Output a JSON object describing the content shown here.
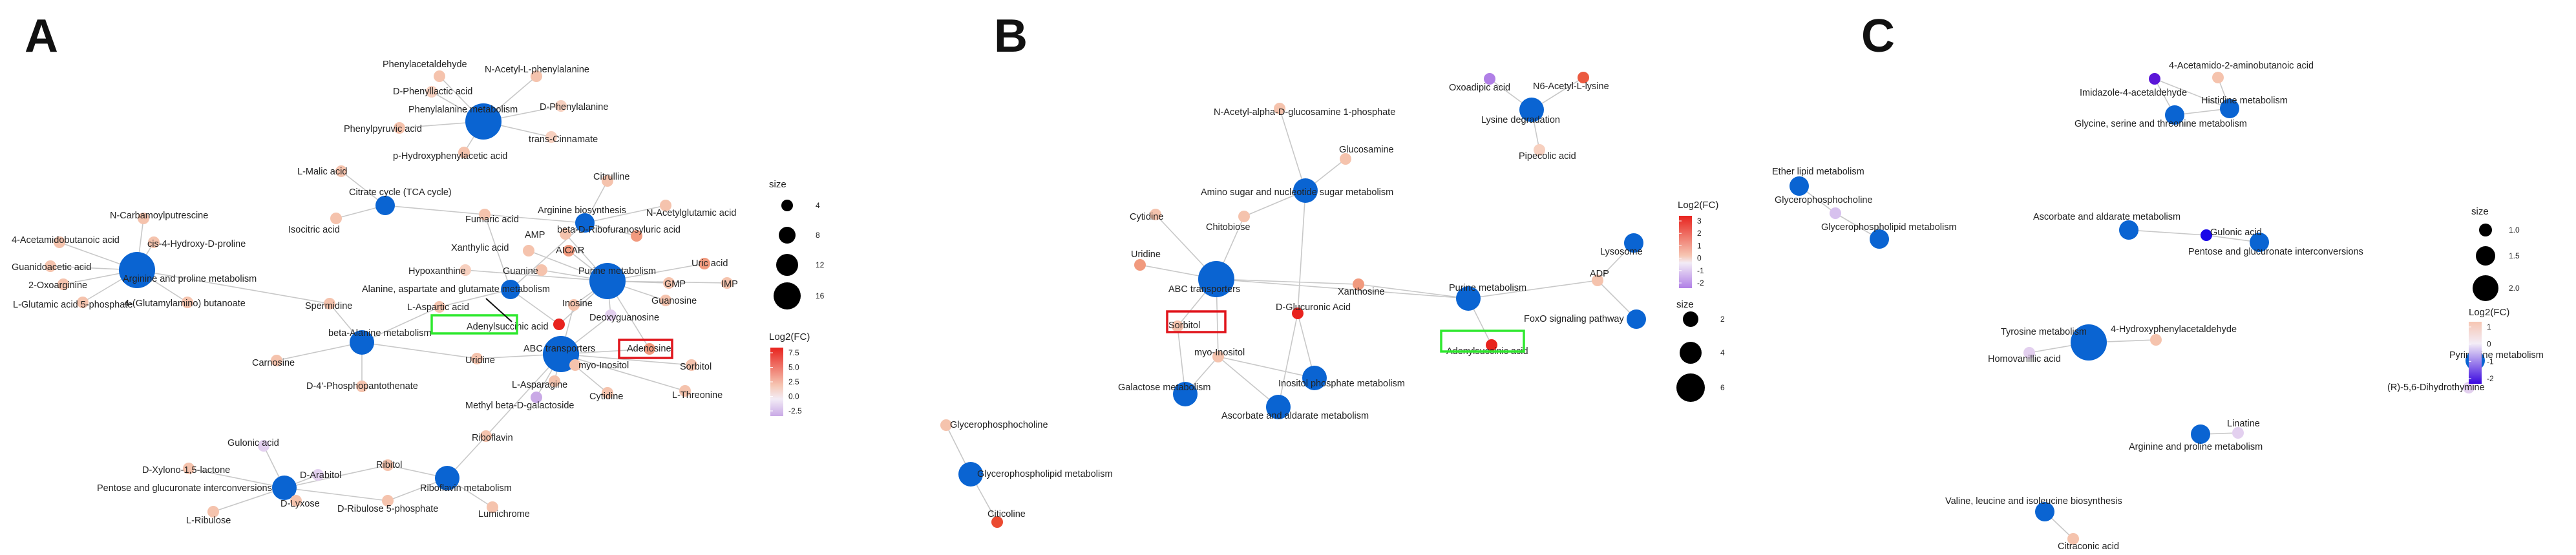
{
  "panels": [
    {
      "letter": "A",
      "nodes": [
        {
          "id": "phenylacetaldehyde",
          "label": "Phenylacetaldehyde",
          "type": "compound",
          "color": "#f5c3ad"
        },
        {
          "id": "nacetylphe",
          "label": "N-Acetyl-L-phenylalanine",
          "type": "compound",
          "color": "#f5c3ad"
        },
        {
          "id": "dphenyllactic",
          "label": "D-Phenyllactic acid",
          "type": "compound",
          "color": "#f7d0bf"
        },
        {
          "id": "phemeta",
          "label": "Phenylalanine metabolism",
          "type": "pathway",
          "size": "large"
        },
        {
          "id": "dphe",
          "label": "D-Phenylalanine",
          "type": "compound",
          "color": "#f7d0bf"
        },
        {
          "id": "phenylpyruvic",
          "label": "Phenylpyruvic acid",
          "type": "compound",
          "color": "#f5c3ad"
        },
        {
          "id": "transcinn",
          "label": "trans-Cinnamate",
          "type": "compound",
          "color": "#f7d0bf"
        },
        {
          "id": "phydroxy",
          "label": "p-Hydroxyphenylacetic acid",
          "type": "compound",
          "color": "#f5c3ad"
        },
        {
          "id": "lmalic",
          "label": "L-Malic acid",
          "type": "compound",
          "color": "#f5c3ad"
        },
        {
          "id": "tca",
          "label": "Citrate cycle (TCA cycle)",
          "type": "pathway",
          "size": "small"
        },
        {
          "id": "isocitric",
          "label": "Isocitric acid",
          "type": "compound",
          "color": "#f5c3ad"
        },
        {
          "id": "fumaric",
          "label": "Fumaric acid",
          "type": "compound",
          "color": "#f5c3ad"
        },
        {
          "id": "citrulline",
          "label": "Citrulline",
          "type": "compound",
          "color": "#f5c3ad"
        },
        {
          "id": "argbio",
          "label": "Arginine biosynthesis",
          "type": "pathway",
          "size": "small"
        },
        {
          "id": "nacetylglu",
          "label": "N-Acetylglutamic acid",
          "type": "compound",
          "color": "#f5c3ad"
        },
        {
          "id": "amp",
          "label": "AMP",
          "type": "compound",
          "color": "#f5c3ad"
        },
        {
          "id": "betaribo",
          "label": "beta-D-Ribofuranosyluric acid",
          "type": "compound",
          "color": "#f19a7e"
        },
        {
          "id": "ncarb",
          "label": "N-Carbamoylputrescine",
          "type": "compound",
          "color": "#f5c3ad"
        },
        {
          "id": "acetamido",
          "label": "4-Acetamidobutanoic acid",
          "type": "compound",
          "color": "#f5c3ad"
        },
        {
          "id": "cishyp",
          "label": "cis-4-Hydroxy-D-proline",
          "type": "compound",
          "color": "#f5c3ad"
        },
        {
          "id": "guanidino",
          "label": "Guanidoacetic acid",
          "type": "compound",
          "color": "#f5c3ad"
        },
        {
          "id": "argpro",
          "label": "Arginine and proline metabolism",
          "type": "pathway",
          "size": "large"
        },
        {
          "id": "oxoarg",
          "label": "2-Oxoarginine",
          "type": "compound",
          "color": "#f5c3ad"
        },
        {
          "id": "lglu5p",
          "label": "L-Glutamic acid 5-phosphate",
          "type": "compound",
          "color": "#f5c3ad"
        },
        {
          "id": "glutamylbut",
          "label": "4-(Glutamylamino) butanoate",
          "type": "compound",
          "color": "#f5c3ad"
        },
        {
          "id": "xanthylic",
          "label": "Xanthylic acid",
          "type": "compound",
          "color": "#f5c3ad"
        },
        {
          "id": "hypox",
          "label": "Hypoxanthine",
          "type": "compound",
          "color": "#f7d0bf"
        },
        {
          "id": "aicar",
          "label": "AICAR",
          "type": "compound",
          "color": "#f19a7e"
        },
        {
          "id": "uric",
          "label": "Uric acid",
          "type": "compound",
          "color": "#f19a7e"
        },
        {
          "id": "guanine",
          "label": "Guanine",
          "type": "compound",
          "color": "#f5c3ad"
        },
        {
          "id": "purmet",
          "label": "Purine metabolism",
          "type": "pathway",
          "size": "large"
        },
        {
          "id": "gmp",
          "label": "GMP",
          "type": "compound",
          "color": "#f5c3ad"
        },
        {
          "id": "imp",
          "label": "IMP",
          "type": "compound",
          "color": "#f5c3ad"
        },
        {
          "id": "alaasp",
          "label": "Alanine, aspartate and glutamate metabolism",
          "type": "pathway",
          "size": "small"
        },
        {
          "id": "inosine",
          "label": "Inosine",
          "type": "compound",
          "color": "#f5c3ad"
        },
        {
          "id": "deoxyg",
          "label": "Deoxyguanosine",
          "type": "compound",
          "color": "#e3d0ef"
        },
        {
          "id": "guanosine",
          "label": "Guanosine",
          "type": "compound",
          "color": "#f5c3ad"
        },
        {
          "id": "spermidine",
          "label": "Spermidine",
          "type": "compound",
          "color": "#f5c3ad"
        },
        {
          "id": "laspartic",
          "label": "L-Aspartic acid",
          "type": "compound",
          "color": "#f5c3ad"
        },
        {
          "id": "adenylo",
          "label": "Adenylsuccinic acid",
          "type": "compound",
          "color": "#e8231e"
        },
        {
          "id": "betaala",
          "label": "beta-Alanine metabolism",
          "type": "pathway",
          "size": "medium"
        },
        {
          "id": "abc",
          "label": "ABC transporters",
          "type": "pathway",
          "size": "large"
        },
        {
          "id": "adenosine",
          "label": "Adenosine",
          "type": "compound",
          "color": "#f19a7e"
        },
        {
          "id": "carnosine",
          "label": "Carnosine",
          "type": "compound",
          "color": "#f5c3ad"
        },
        {
          "id": "uridine",
          "label": "Uridine",
          "type": "compound",
          "color": "#f5c3ad"
        },
        {
          "id": "myoinositol",
          "label": "myo-Inositol",
          "type": "compound",
          "color": "#f5c3ad"
        },
        {
          "id": "sorbitol",
          "label": "Sorbitol",
          "type": "compound",
          "color": "#f5c3ad"
        },
        {
          "id": "d4pp",
          "label": "D-4'-Phosphopantothenate",
          "type": "compound",
          "color": "#f5c3ad"
        },
        {
          "id": "lasparagine",
          "label": "L-Asparagine",
          "type": "compound",
          "color": "#f5c3ad"
        },
        {
          "id": "cytidine",
          "label": "Cytidine",
          "type": "compound",
          "color": "#f5c3ad"
        },
        {
          "id": "lthreonine",
          "label": "L-Threonine",
          "type": "compound",
          "color": "#f5c3ad"
        },
        {
          "id": "methylgal",
          "label": "Methyl beta-D-galactoside",
          "type": "compound",
          "color": "#c9a9e6"
        },
        {
          "id": "riboflavin",
          "label": "Riboflavin",
          "type": "compound",
          "color": "#f5c3ad"
        },
        {
          "id": "gulonic",
          "label": "Gulonic acid",
          "type": "compound",
          "color": "#e3d0ef"
        },
        {
          "id": "ribitol",
          "label": "Ribitol",
          "type": "compound",
          "color": "#f5c3ad"
        },
        {
          "id": "dxylono",
          "label": "D-Xylono-1,5-lactone",
          "type": "compound",
          "color": "#f5c3ad"
        },
        {
          "id": "darabitol",
          "label": "D-Arabitol",
          "type": "compound",
          "color": "#e3d0ef"
        },
        {
          "id": "pentose",
          "label": "Pentose and glucuronate interconversions",
          "type": "pathway",
          "size": "medium"
        },
        {
          "id": "ribomet",
          "label": "Riboflavin metabolism",
          "type": "pathway",
          "size": "medium"
        },
        {
          "id": "dlyxose",
          "label": "D-Lyxose",
          "type": "compound",
          "color": "#f5c3ad"
        },
        {
          "id": "dribu5p",
          "label": "D-Ribulose 5-phosphate",
          "type": "compound",
          "color": "#f5c3ad"
        },
        {
          "id": "lribulose",
          "label": "L-Ribulose",
          "type": "compound",
          "color": "#f5c3ad"
        },
        {
          "id": "lumichrome",
          "label": "Lumichrome",
          "type": "compound",
          "color": "#f5c3ad"
        }
      ],
      "highlights": [
        {
          "target": "adenylo",
          "color": "#2ee82e"
        },
        {
          "target": "adenosine",
          "color": "#e0141b"
        }
      ],
      "size_legend": {
        "title": "size",
        "ticks": [
          "4",
          "8",
          "12",
          "16"
        ]
      },
      "color_legend": {
        "title": "Log2(FC)",
        "ticks": [
          "7.5",
          "5.0",
          "2.5",
          "0.0",
          "-2.5"
        ]
      }
    },
    {
      "letter": "B",
      "nodes": [
        {
          "id": "nacglc",
          "label": "N-Acetyl-alpha-D-glucosamine 1-phosphate",
          "type": "compound",
          "color": "#f5c3ad"
        },
        {
          "id": "glucosamine",
          "label": "Glucosamine",
          "type": "compound",
          "color": "#f5c3ad"
        },
        {
          "id": "aminosugar",
          "label": "Amino sugar and nucleotide sugar metabolism",
          "type": "pathway",
          "size": "medium"
        },
        {
          "id": "chitobiose",
          "label": "Chitobiose",
          "type": "compound",
          "color": "#f5c3ad"
        },
        {
          "id": "cytidine",
          "label": "Cytidine",
          "type": "compound",
          "color": "#f5c3ad"
        },
        {
          "id": "uridine",
          "label": "Uridine",
          "type": "compound",
          "color": "#f19a7e"
        },
        {
          "id": "abc",
          "label": "ABC transporters",
          "type": "pathway",
          "size": "large"
        },
        {
          "id": "xanthosine",
          "label": "Xanthosine",
          "type": "compound",
          "color": "#f19a7e"
        },
        {
          "id": "dglucuronic",
          "label": "D-Glucuronic Acid",
          "type": "compound",
          "color": "#e8231e"
        },
        {
          "id": "sorbitol",
          "label": "Sorbitol",
          "type": "compound",
          "color": "#f5c3ad"
        },
        {
          "id": "myoinositol",
          "label": "myo-Inositol",
          "type": "compound",
          "color": "#f5c3ad"
        },
        {
          "id": "galactose",
          "label": "Galactose metabolism",
          "type": "pathway",
          "size": "medium"
        },
        {
          "id": "inositolp",
          "label": "Inositol phosphate metabolism",
          "type": "pathway",
          "size": "medium"
        },
        {
          "id": "ascorbate",
          "label": "Ascorbate and aldarate metabolism",
          "type": "pathway",
          "size": "medium"
        },
        {
          "id": "purmet",
          "label": "Purine metabolism",
          "type": "pathway",
          "size": "medium"
        },
        {
          "id": "adenylo",
          "label": "Adenylsuccinic acid",
          "type": "compound",
          "color": "#e8231e"
        },
        {
          "id": "adp",
          "label": "ADP",
          "type": "compound",
          "color": "#f5c3ad"
        },
        {
          "id": "lysosome",
          "label": "Lysosome",
          "type": "pathway",
          "size": "small"
        },
        {
          "id": "foxo",
          "label": "FoxO signaling pathway",
          "type": "pathway",
          "size": "small"
        },
        {
          "id": "oxoadipic",
          "label": "Oxoadipic acid",
          "type": "compound",
          "color": "#b07fe6"
        },
        {
          "id": "n6acetyl",
          "label": "N6-Acetyl-L-lysine",
          "type": "compound",
          "color": "#eb5a40"
        },
        {
          "id": "lysdeg",
          "label": "Lysine degradation",
          "type": "pathway",
          "size": "medium"
        },
        {
          "id": "pipecolic",
          "label": "Pipecolic acid",
          "type": "compound",
          "color": "#f7d0bf"
        },
        {
          "id": "gpc",
          "label": "Glycerophosphocholine",
          "type": "compound",
          "color": "#f5c3ad"
        },
        {
          "id": "gplipid",
          "label": "Glycerophospholipid metabolism",
          "type": "pathway",
          "size": "medium"
        },
        {
          "id": "citicoline",
          "label": "Citicoline",
          "type": "compound",
          "color": "#eb4a30"
        }
      ],
      "highlights": [
        {
          "target": "sorbitol",
          "color": "#e0141b"
        },
        {
          "target": "adenylo",
          "color": "#2ee82e"
        }
      ],
      "size_legend": {
        "title": "size",
        "ticks": [
          "2",
          "4",
          "6"
        ]
      },
      "color_legend": {
        "title": "Log2(FC)",
        "ticks": [
          "3",
          "2",
          "1",
          "0",
          "-1",
          "-2"
        ]
      }
    },
    {
      "letter": "C",
      "nodes": [
        {
          "id": "acetamido",
          "label": "4-Acetamido-2-aminobutanoic acid",
          "type": "compound",
          "color": "#f5c3ad"
        },
        {
          "id": "imidazole",
          "label": "Imidazole-4-acetaldehyde",
          "type": "compound",
          "color": "#5b16d8"
        },
        {
          "id": "hismet",
          "label": "Histidine metabolism",
          "type": "pathway",
          "size": "small"
        },
        {
          "id": "glyser",
          "label": "Glycine, serine and threonine metabolism",
          "type": "pathway",
          "size": "small"
        },
        {
          "id": "etherlipid",
          "label": "Ether lipid metabolism",
          "type": "pathway",
          "size": "small"
        },
        {
          "id": "gpc",
          "label": "Glycerophosphocholine",
          "type": "compound",
          "color": "#d7c1ee"
        },
        {
          "id": "gplipid",
          "label": "Glycerophospholipid metabolism",
          "type": "pathway",
          "size": "small"
        },
        {
          "id": "ascorbate",
          "label": "Ascorbate and aldarate metabolism",
          "type": "pathway",
          "size": "small"
        },
        {
          "id": "gulonic",
          "label": "Gulonic acid",
          "type": "compound",
          "color": "#1a06e8"
        },
        {
          "id": "pentose",
          "label": "Pentose and glucuronate interconversions",
          "type": "pathway",
          "size": "small"
        },
        {
          "id": "tyrmet",
          "label": "Tyrosine metabolism",
          "type": "pathway",
          "size": "large"
        },
        {
          "id": "hydroxyphenyl",
          "label": "4-Hydroxyphenylacetaldehyde",
          "type": "compound",
          "color": "#f5c3ad"
        },
        {
          "id": "homovanillic",
          "label": "Homovanillic acid",
          "type": "compound",
          "color": "#e3d0ef"
        },
        {
          "id": "pyrimidine",
          "label": "Pyrimidine metabolism",
          "type": "pathway",
          "size": "small"
        },
        {
          "id": "dihydrothymine",
          "label": "(R)-5,6-Dihydrothymine",
          "type": "compound",
          "color": "#e3d0ef"
        },
        {
          "id": "linatine",
          "label": "Linatine",
          "type": "compound",
          "color": "#e3d0ef"
        },
        {
          "id": "argpro",
          "label": "Arginine and proline metabolism",
          "type": "pathway",
          "size": "small"
        },
        {
          "id": "valleu",
          "label": "Valine, leucine and isoleucine biosynthesis",
          "type": "pathway",
          "size": "small"
        },
        {
          "id": "citraconic",
          "label": "Citraconic acid",
          "type": "compound",
          "color": "#f5c3ad"
        }
      ],
      "highlights": [],
      "size_legend": {
        "title": "size",
        "ticks": [
          "1.0",
          "1.5",
          "2.0"
        ]
      },
      "color_legend": {
        "title": "Log2(FC)",
        "ticks": [
          "1",
          "0",
          "-1",
          "-2"
        ]
      }
    }
  ],
  "colors": {
    "pathway_node": "#0a64d2",
    "edge": "#c8c8c8",
    "highlight_green": "#2ee82e",
    "highlight_red": "#e0141b",
    "legend_pos_high": "#e8231e",
    "legend_neg_low": "#5b16d8"
  }
}
